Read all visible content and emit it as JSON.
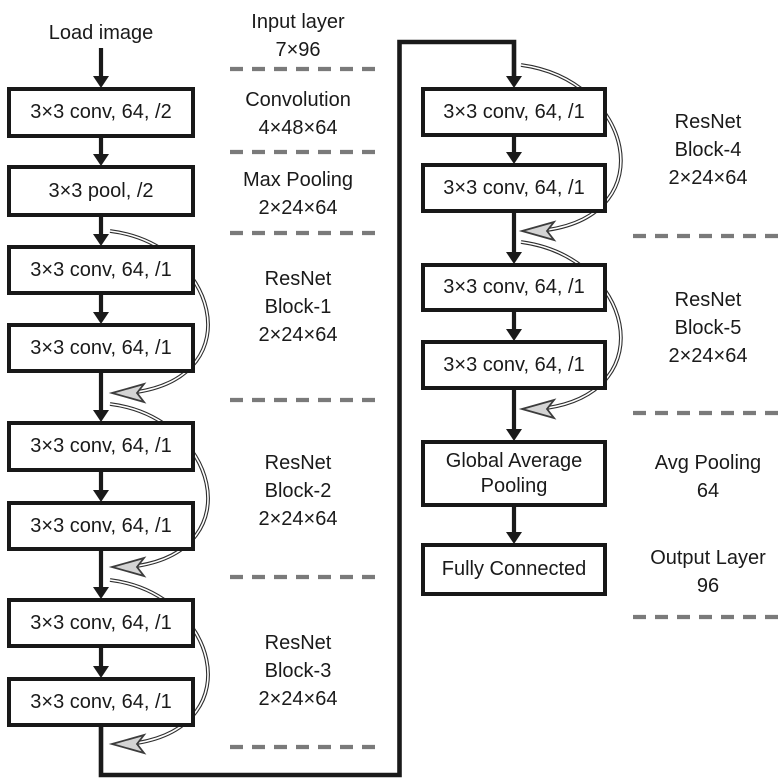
{
  "diagram": {
    "left_column": {
      "source_label": "Load image",
      "boxes": [
        {
          "label": "3×3 conv, 64, /2"
        },
        {
          "label": "3×3 pool, /2"
        },
        {
          "label": "3×3 conv, 64, /1"
        },
        {
          "label": "3×3 conv, 64, /1"
        },
        {
          "label": "3×3 conv, 64, /1"
        },
        {
          "label": "3×3 conv, 64, /1"
        },
        {
          "label": "3×3 conv, 64, /1"
        },
        {
          "label": "3×3 conv, 64, /1"
        }
      ]
    },
    "right_column": {
      "boxes": [
        {
          "label": "3×3 conv, 64, /1"
        },
        {
          "label": "3×3 conv, 64, /1"
        },
        {
          "label": "3×3 conv, 64, /1"
        },
        {
          "label": "3×3 conv, 64, /1"
        },
        {
          "label": "Global Average Pooling"
        },
        {
          "label": "Fully Connected"
        }
      ]
    },
    "middle_annotations": [
      {
        "lines": [
          "Input layer",
          "7×96"
        ]
      },
      {
        "lines": [
          "Convolution",
          "4×48×64"
        ]
      },
      {
        "lines": [
          "Max Pooling",
          "2×24×64"
        ]
      },
      {
        "lines": [
          "ResNet",
          "Block-1",
          "2×24×64"
        ]
      },
      {
        "lines": [
          "ResNet",
          "Block-2",
          "2×24×64"
        ]
      },
      {
        "lines": [
          "ResNet",
          "Block-3",
          "2×24×64"
        ]
      }
    ],
    "right_annotations": [
      {
        "lines": [
          "ResNet",
          "Block-4",
          "2×24×64"
        ]
      },
      {
        "lines": [
          "ResNet",
          "Block-5",
          "2×24×64"
        ]
      },
      {
        "lines": [
          "Avg Pooling",
          "64"
        ]
      },
      {
        "lines": [
          "Output Layer",
          "96"
        ]
      }
    ],
    "colors": {
      "line": "#1a1a1a",
      "dashed_divider": "#7a7a7a",
      "box_border": "#181818",
      "box_background": "#ffffff",
      "skip_arrowhead_fill": "#d4d4d4",
      "text": "#1a1a1a"
    }
  }
}
